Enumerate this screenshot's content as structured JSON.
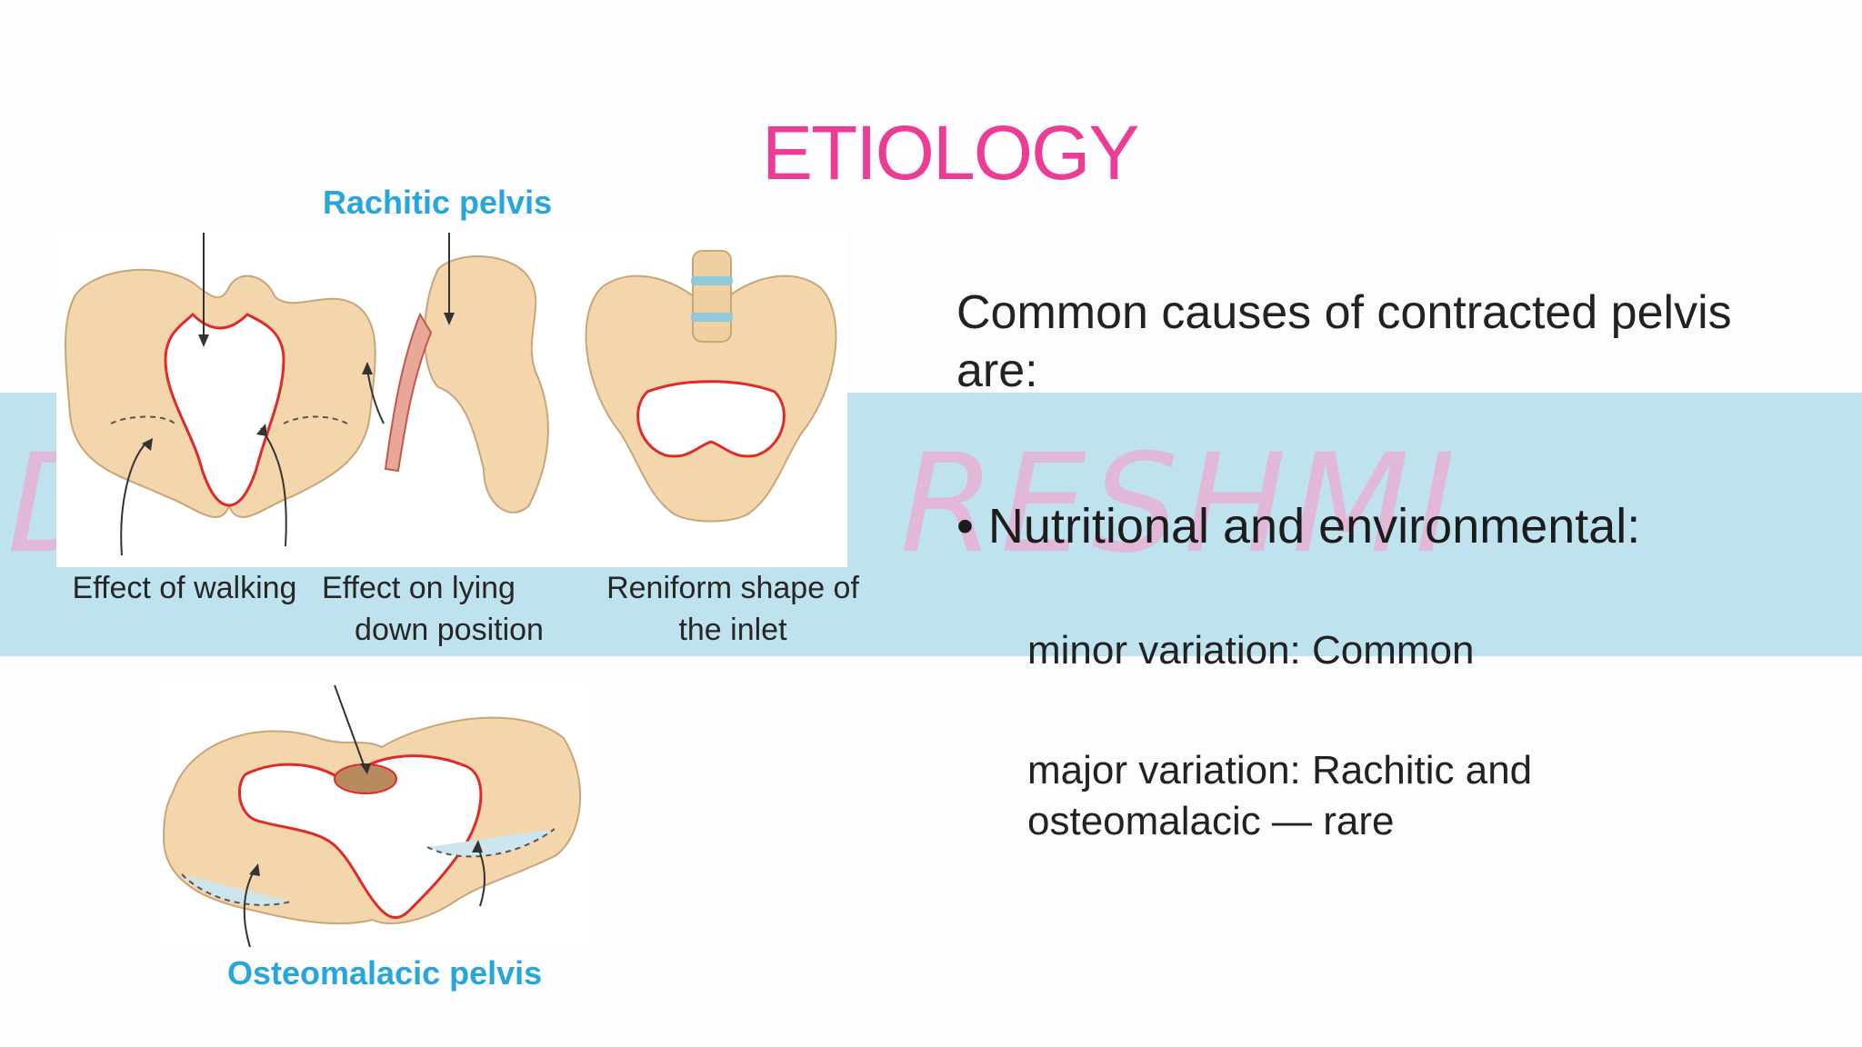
{
  "slide": {
    "title": "ETIOLOGY",
    "watermark": "DR SAMFUL RESHMI"
  },
  "figure": {
    "top_label": "Rachitic pelvis",
    "bottom_label": "Osteomalacic pelvis",
    "captions": [
      {
        "line1": "Effect of walking",
        "line2": ""
      },
      {
        "line1": "Effect on lying",
        "line2": "down position"
      },
      {
        "line1": "Reniform shape of",
        "line2": "the inlet"
      }
    ]
  },
  "content": {
    "intro": "Common causes of contracted pelvis are:",
    "bullet_symbol": "•",
    "bullet": "Nutritional and environmental:",
    "minor": "minor variation: Common",
    "major": "major variation: Rachitic and osteomalacic — rare"
  },
  "colors": {
    "title": "#ec3c95",
    "figure_label": "#27a6da",
    "band": "#bfe3ee",
    "bone": "#f3d6ac",
    "bone_outline": "#c9a67a",
    "inlet": "#e02a2a"
  }
}
